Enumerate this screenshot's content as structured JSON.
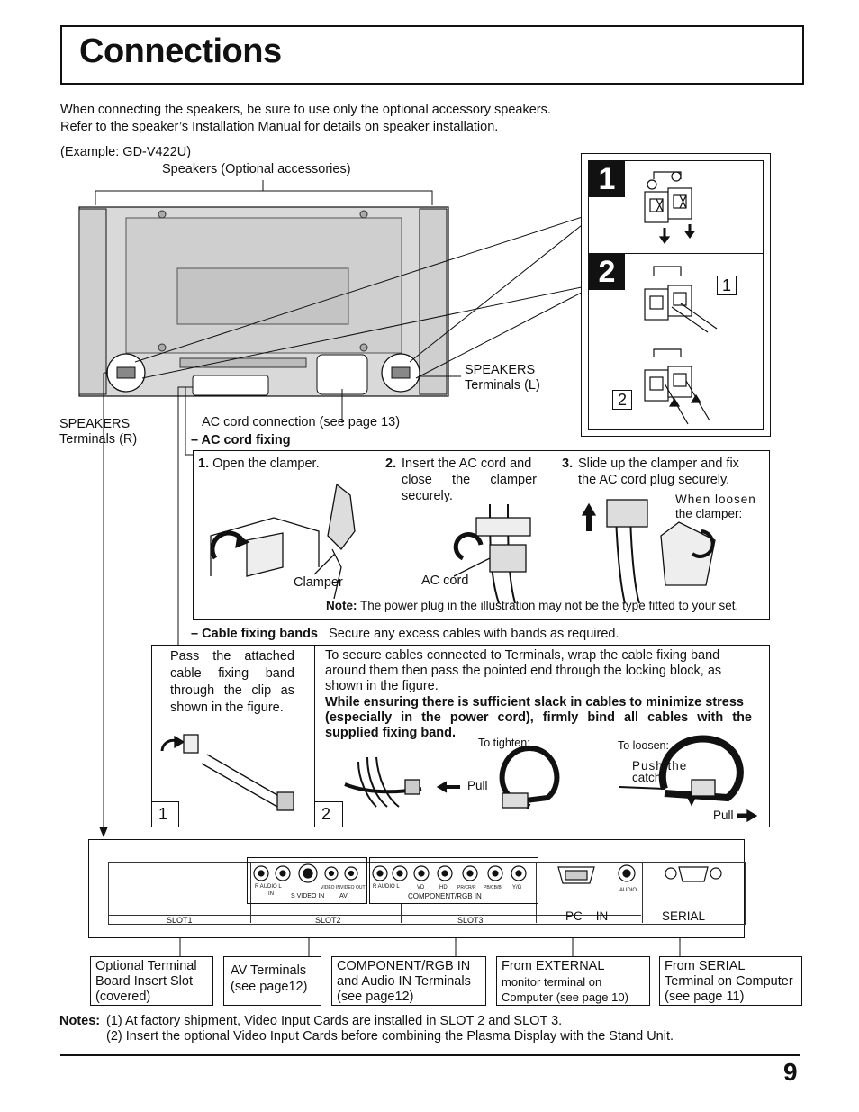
{
  "title": "Connections",
  "intro": {
    "line1": "When connecting the speakers, be sure to use only the optional accessory speakers.",
    "line2": "Refer to the speaker’s Installation Manual for details on speaker installation."
  },
  "example_label": "(Example: GD-V422U)",
  "speakers_label": "Speakers (Optional accessories)",
  "speakers_l": {
    "line1": "SPEAKERS",
    "line2": "Terminals (L)"
  },
  "speakers_r": {
    "line1": "SPEAKERS",
    "line2": "Terminals (R)"
  },
  "ac_cord_connection": "AC cord connection (see page 13)",
  "steps_panel": {
    "badge1": "1",
    "badge2": "2",
    "sub1": "1",
    "sub2": "2"
  },
  "ac_cord_fixing": {
    "heading": "– AC cord fixing",
    "step1_num": "1.",
    "step1_text": "Open the clamper.",
    "step2_num": "2.",
    "step2_line1": "Insert the AC cord and",
    "step2_line2": "close the clamper",
    "step2_line3": "securely.",
    "step3_num": "3.",
    "step3_line1": "Slide up the clamper and fix",
    "step3_line2": "the AC cord plug securely.",
    "when_loosen_1": "When loosen",
    "when_loosen_2": "the clamper:",
    "clamper_label": "Clamper",
    "ac_cord_label": "AC cord",
    "note_label": "Note:",
    "note_text": "The power plug in the illustration may not be the type fitted to your set."
  },
  "cable_bands": {
    "heading": "– Cable fixing bands",
    "heading_text": "Secure any excess cables with bands as required.",
    "left_1": "Pass the attached",
    "left_2": "cable fixing band",
    "left_3": "through the clip as",
    "left_4": "shown in the figure.",
    "right_1": "To secure cables connected to Terminals, wrap the cable fixing band",
    "right_2": "around them then pass the pointed end through the locking block, as",
    "right_3": "shown in the figure.",
    "bold_1": "While ensuring there is sufficient slack in cables to minimize stress",
    "bold_2": "(especially in the power cord), firmly bind all cables with the",
    "bold_3": "supplied fixing band.",
    "to_tighten": "To tighten:",
    "to_loosen": "To loosen:",
    "push_catch_1": "Push the",
    "push_catch_2": "catch",
    "pull_1": "Pull",
    "pull_2": "Pull",
    "num1": "1",
    "num2": "2"
  },
  "terminal_panel": {
    "slot1": "SLOT1",
    "slot2": "SLOT2",
    "slot3": "SLOT3",
    "pc_in": "PC    IN",
    "serial": "SERIAL",
    "audio": "AUDIO",
    "s_video_in": "S VIDEO IN",
    "av": "AV",
    "component_rgb_in": "COMPONENT/RGB IN",
    "raudio_l_1": "R  AUDIO  L",
    "in": "IN",
    "raudio_l_2": "R  AUDIO  L",
    "video_in": "VIDEO IN",
    "video_out": "VIDEO OUT",
    "vd": "VD",
    "hd": "HD",
    "pr": "PR/CR/R",
    "pb": "PB/CB/B",
    "yg": "Y/G"
  },
  "callouts": {
    "opt_1": "Optional Terminal",
    "opt_2": "Board Insert Slot",
    "opt_3": "(covered)",
    "av_1": "AV Terminals",
    "av_2": "(see page12)",
    "comp_1": "COMPONENT/RGB IN",
    "comp_2": "and Audio IN Terminals",
    "comp_3": "(see page12)",
    "ext_1": "From EXTERNAL",
    "ext_2": "monitor terminal on",
    "ext_3": "Computer (see page 10)",
    "ser_1": "From SERIAL",
    "ser_2": "Terminal on Computer",
    "ser_3": "(see page 11)"
  },
  "notes": {
    "label": "Notes:",
    "note1": "(1) At factory shipment, Video Input Cards are installed in SLOT 2 and SLOT 3.",
    "note2": "(2) Insert the optional Video Input Cards before combining the Plasma Display with the Stand Unit."
  },
  "page_number": "9"
}
